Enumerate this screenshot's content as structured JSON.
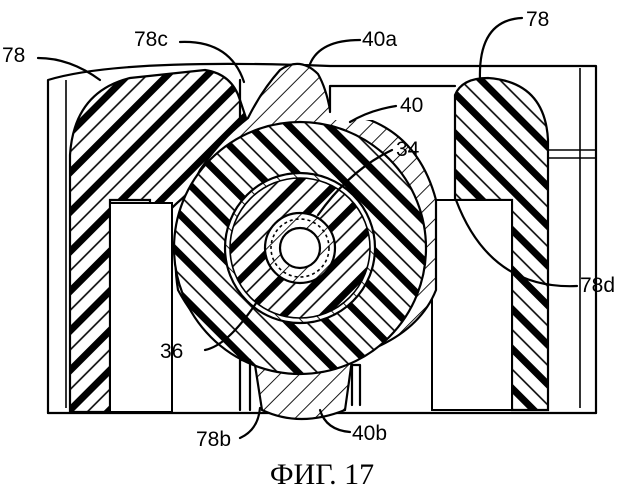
{
  "labels": {
    "l78_left": "78",
    "l78c": "78c",
    "l40a": "40a",
    "l78_right": "78",
    "l40": "40",
    "l34": "34",
    "l78d": "78d",
    "l36": "36",
    "l78b": "78b",
    "l40b": "40b"
  },
  "caption": "ФИГ. 17",
  "colors": {
    "ink": "#000000",
    "paper": "#ffffff"
  }
}
